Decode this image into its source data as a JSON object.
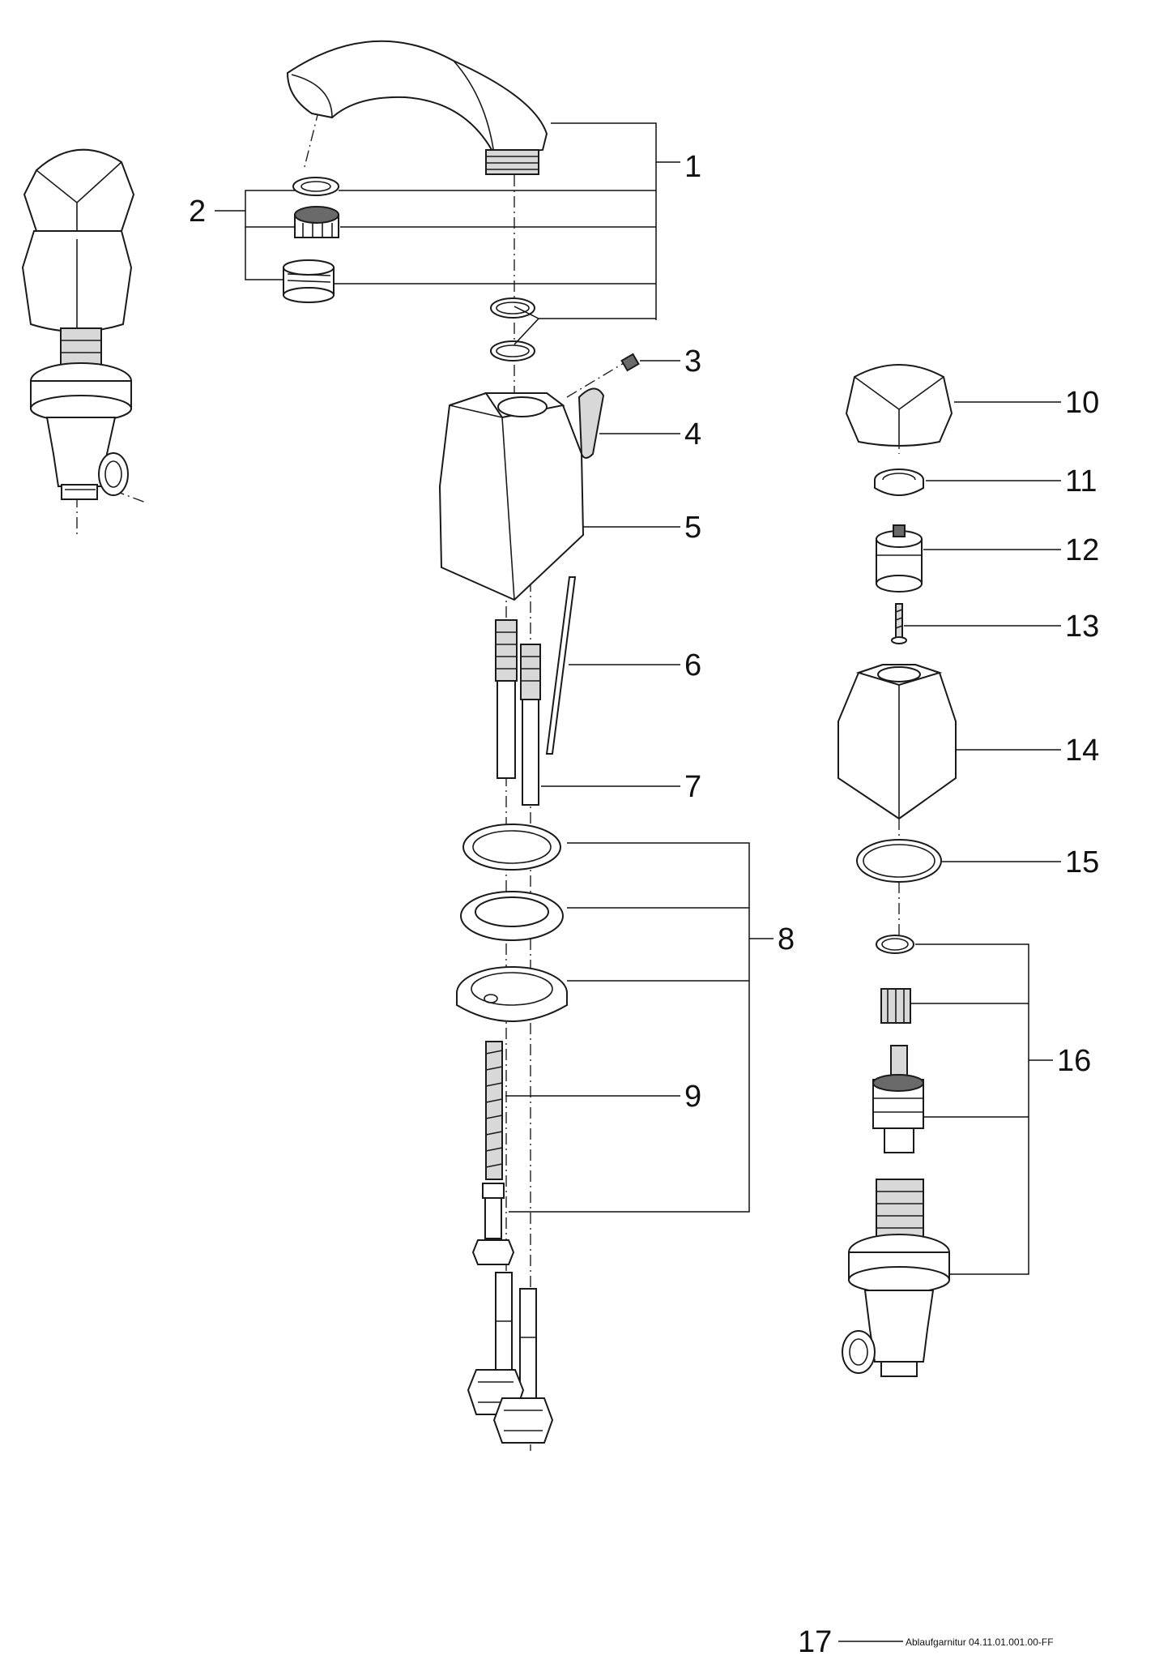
{
  "callouts": {
    "n1": "1",
    "n2": "2",
    "n3": "3",
    "n4": "4",
    "n5": "5",
    "n6": "6",
    "n7": "7",
    "n8": "8",
    "n9": "9",
    "n10": "10",
    "n11": "11",
    "n12": "12",
    "n13": "13",
    "n14": "14",
    "n15": "15",
    "n16": "16",
    "n17": "17"
  },
  "footer": {
    "note": "Ablaufgarnitur 04.11.01.001.00-FF"
  }
}
